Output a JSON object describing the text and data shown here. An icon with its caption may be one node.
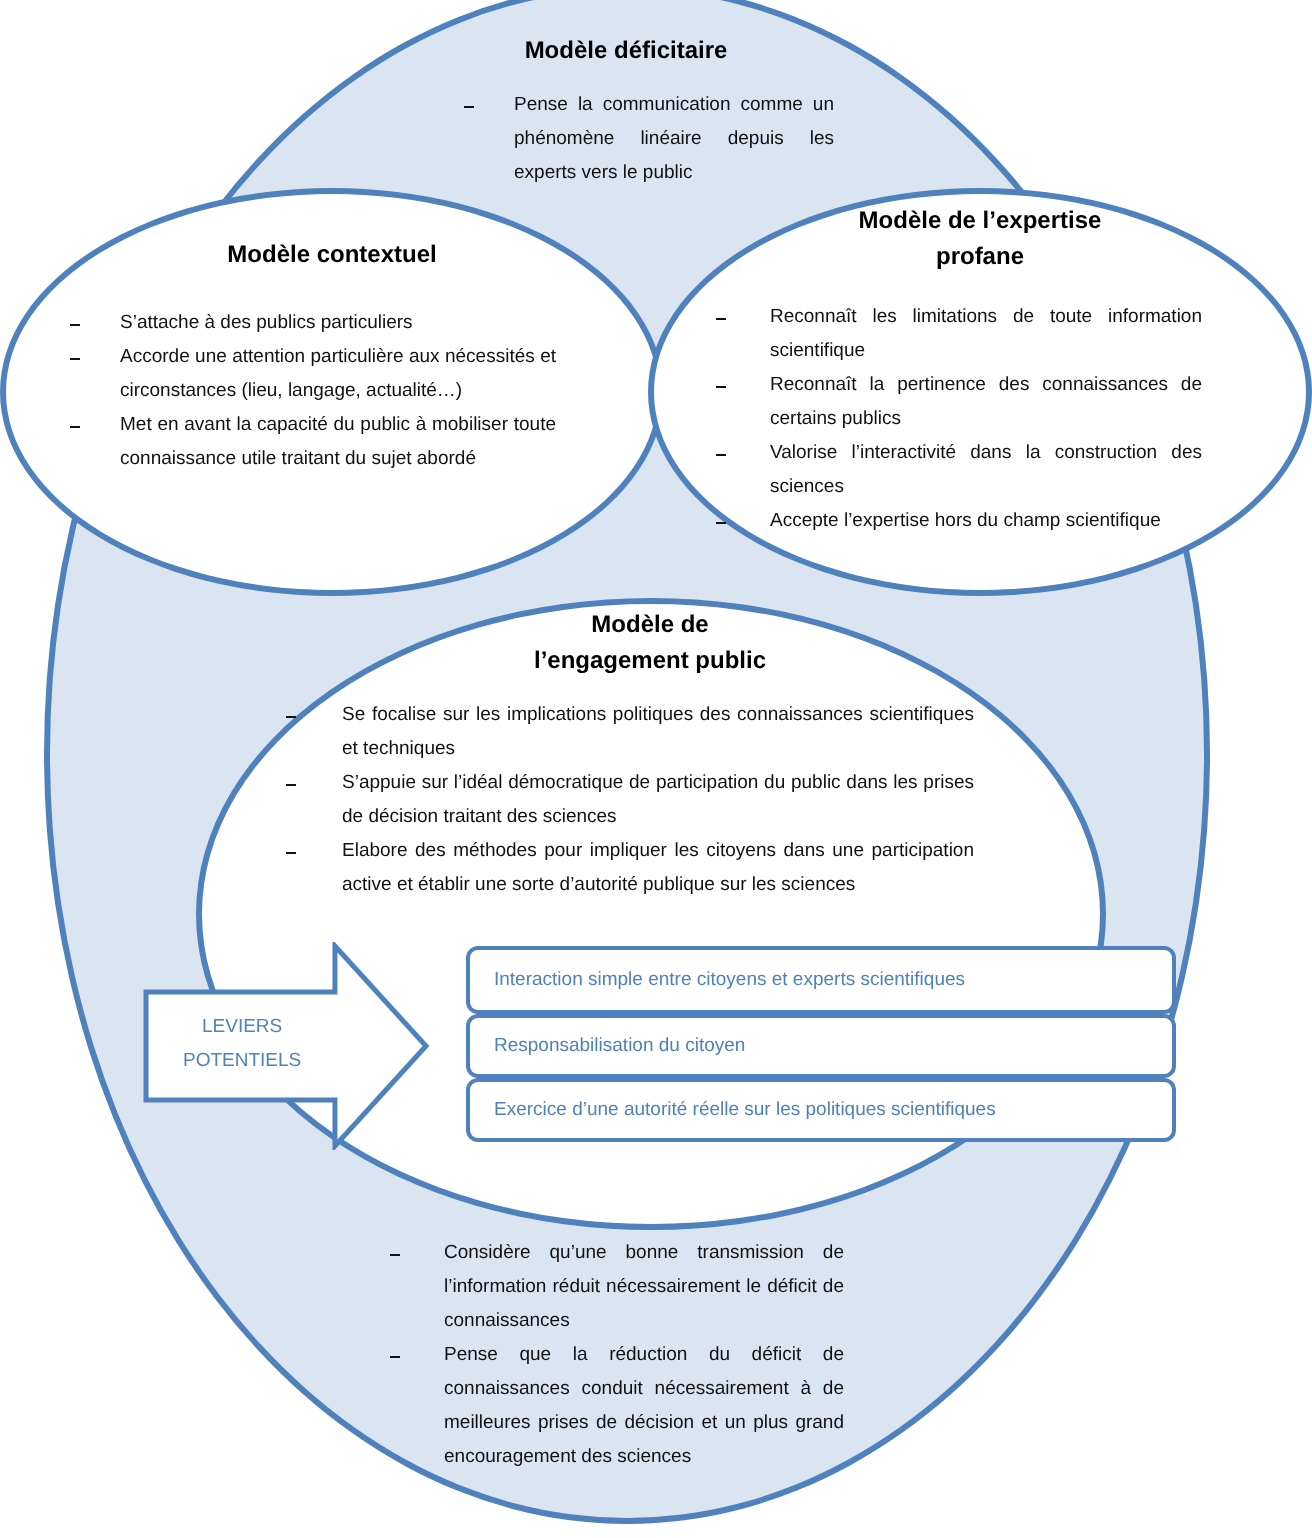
{
  "diagram": {
    "nodes": [
      {
        "text": [
          "Modèle déficitaire",
          "Pense la communication comme un phénomène linéaire depuis les experts vers le public",
          "Considère qu’une bonne transmission de l’information réduit nécessairement le déficit de connaissances",
          "Pense que la réduction du déficit de connaissances conduit nécessairement à de meilleures prises de décision et un plus grand encouragement des sciences"
        ]
      },
      {
        "text": [
          "Modèle contextuel",
          "S’attache à des publics particuliers",
          "Accorde une attention particulière aux nécessités et circonstances (lieu, langage, actualité…)",
          "Met en avant la capacité du public à mobiliser toute connaissance utile traitant du sujet abordé"
        ]
      },
      {
        "text": [
          "Modèle de l’expertise profane",
          "Reconnaît les limitations de toute information scientifique",
          "Reconnaît la pertinence des connaissances de certains publics",
          "Valorise l’interactivité dans la construction des sciences",
          "Accepte l’expertise hors du champ scientifique"
        ]
      },
      {
        "text": [
          "Modèle de l’engagement public",
          "Se focalise sur les implications politiques des connaissances scientifiques et techniques",
          "S’appuie sur l’idéal démocratique de participation du public dans les prises de décision traitant des sciences",
          "Elabore des méthodes pour impliquer les citoyens dans une participation active et établir une sorte d’autorité publique sur les sciences"
        ],
        "in": 0
      },
      {
        "text": [
          "LEVIERS POTENTIELS"
        ],
        "in": 0
      },
      {
        "text": [
          "Interaction simple entre citoyens et experts scientifiques"
        ],
        "in": 0
      },
      {
        "text": [
          "Responsabilisation du citoyen"
        ],
        "in": 0
      },
      {
        "text": [
          "Exercice d’une autorité réelle sur les politiques scientifiques"
        ],
        "in": 0
      }
    ]
  }
}
